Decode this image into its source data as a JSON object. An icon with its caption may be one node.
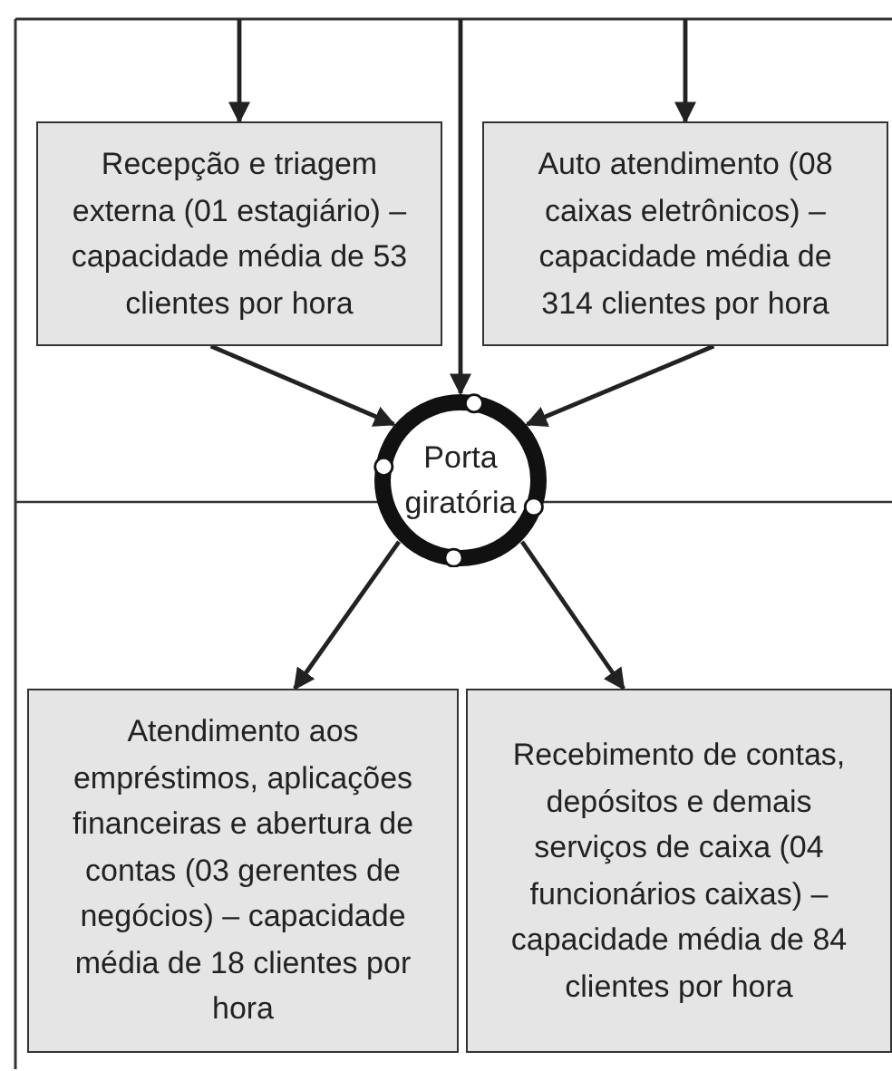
{
  "diagram": {
    "nodes": [
      {
        "text": [
          "Recepção e triagem externa (01 estagiário) – capacidade média de 53 clientes por hora"
        ]
      },
      {
        "text": [
          "Auto atendimento (08 caixas eletrônicos) – capacidade média de 314 clientes por hora"
        ]
      },
      {
        "text": [
          "Porta giratória"
        ]
      },
      {
        "text": [
          "Atendimento aos empréstimos, aplicações financeiras e abertura de contas (03 gerentes de negócios) – capacidade média de 18 clientes por hora"
        ]
      },
      {
        "text": [
          "Recebimento de contas, depósitos e demais serviços de caixa (04 funcionários caixas) – capacidade média de 84 clientes por hora"
        ]
      }
    ],
    "edges": [
      {
        "from": null,
        "to": 0,
        "arrow": "to"
      },
      {
        "from": null,
        "to": 2,
        "arrow": "to"
      },
      {
        "from": null,
        "to": 1,
        "arrow": "to"
      },
      {
        "from": 0,
        "to": 2,
        "arrow": "to"
      },
      {
        "from": 1,
        "to": 2,
        "arrow": "to"
      },
      {
        "from": 2,
        "to": 3,
        "arrow": "to"
      },
      {
        "from": 2,
        "to": 4,
        "arrow": "to"
      }
    ]
  }
}
